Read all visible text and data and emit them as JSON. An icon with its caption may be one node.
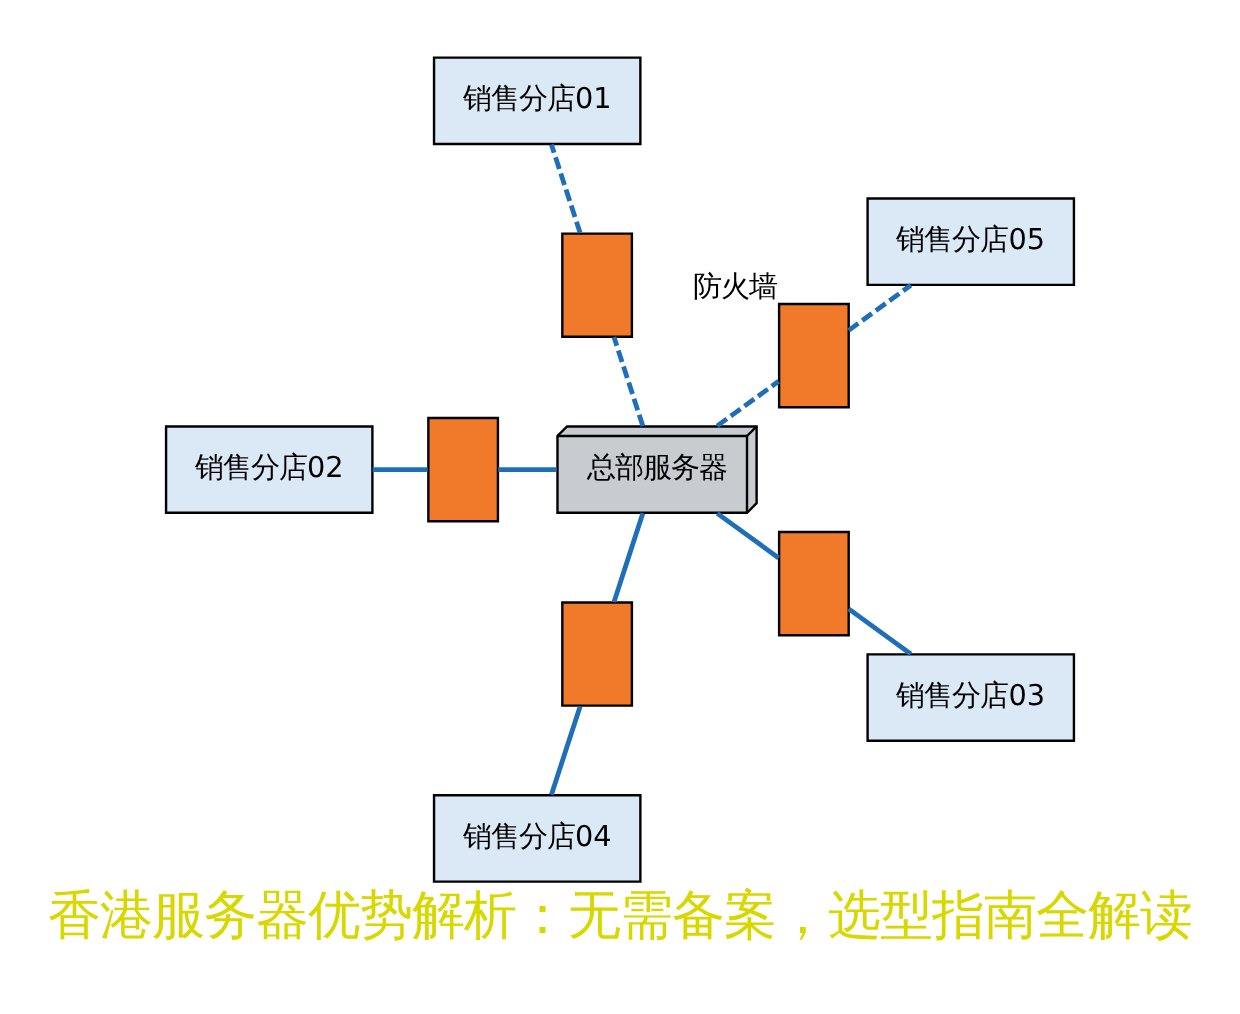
{
  "diagram": {
    "title": "香港服务器优势解析：无需备案，选型指南全解读",
    "nodes": [
      {
        "text": [
          "销售分店01"
        ]
      },
      {
        "text": [
          "销售分店05"
        ]
      },
      {
        "text": [],
        "shape": "box",
        "beside": [
          "防火墙"
        ]
      },
      {
        "text": [],
        "shape": "box"
      },
      {
        "text": [
          "总部服务器"
        ]
      },
      {
        "text": [],
        "shape": "box"
      },
      {
        "text": [],
        "shape": "box"
      },
      {
        "text": [
          "销售分店02"
        ]
      },
      {
        "text": [],
        "shape": "box"
      },
      {
        "text": [
          "销售分店03"
        ]
      },
      {
        "text": [
          "销售分店04"
        ]
      }
    ],
    "edges": [
      {
        "from": 4,
        "to": 2,
        "arrow": "none",
        "style": "dashed"
      },
      {
        "from": 2,
        "to": 1,
        "arrow": "none",
        "style": "dashed"
      },
      {
        "from": 4,
        "to": 3,
        "arrow": "none",
        "style": "dashed"
      },
      {
        "from": 3,
        "to": 0,
        "arrow": "none",
        "style": "dashed"
      },
      {
        "from": 4,
        "to": 5,
        "arrow": "none"
      },
      {
        "from": 5,
        "to": 7,
        "arrow": "none"
      },
      {
        "from": 4,
        "to": 6,
        "arrow": "none"
      },
      {
        "from": 6,
        "to": 10,
        "arrow": "none"
      },
      {
        "from": 4,
        "to": 8,
        "arrow": "none"
      },
      {
        "from": 8,
        "to": 9,
        "arrow": "none"
      }
    ]
  }
}
